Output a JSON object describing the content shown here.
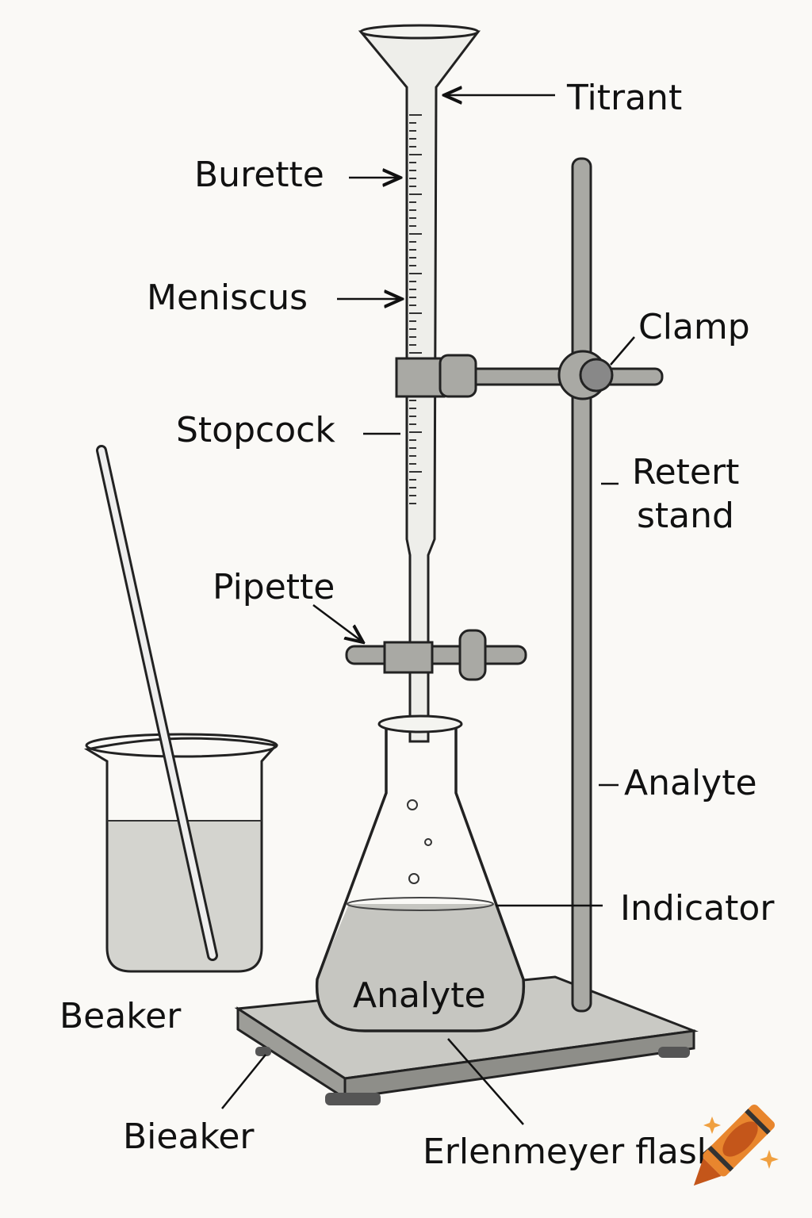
{
  "labels": {
    "titrant": "Titrant",
    "burette": "Burette",
    "meniscus": "Meniscus",
    "clamp": "Clamp",
    "stopcock": "Stopcock",
    "retort_stand_line1": "Retert",
    "retort_stand_line2": "stand",
    "pipette": "Pipette",
    "analyte_side": "Analyte",
    "indicator": "Indicator",
    "analyte_flask": "Analyte",
    "beaker": "Beaker",
    "bieaker": "Bieaker",
    "erlenmeyer": "Erlenmeyer flask"
  },
  "colors": {
    "crayon": "#e8862e",
    "crayon_dark": "#c4561a"
  }
}
